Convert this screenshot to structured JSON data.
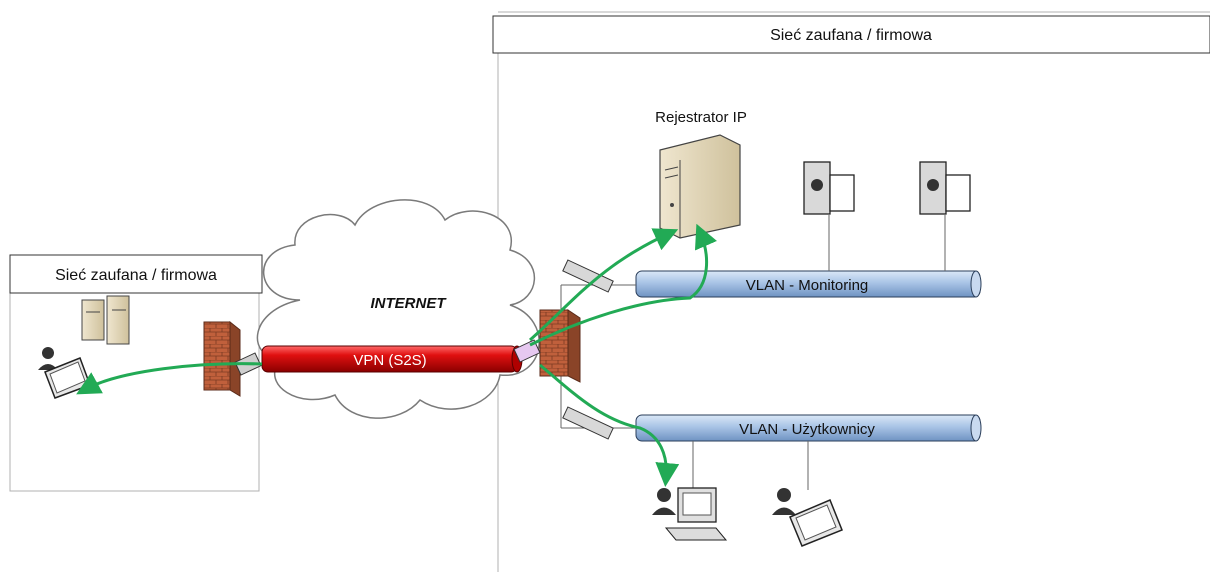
{
  "zones": {
    "remote_title": "Sieć zaufana / firmowa",
    "corporate_title": "Sieć zaufana / firmowa"
  },
  "internet_label": "INTERNET",
  "vpn_label": "VPN (S2S)",
  "recorder_label": "Rejestrator IP",
  "vlans": {
    "monitoring": "VLAN - Monitoring",
    "users": "VLAN - Użytkownicy"
  },
  "colors": {
    "vpn_tube": "#e01010",
    "vlan_tube": "#a9c4e6",
    "arrow": "#22aa55",
    "firewall": "#c0603c"
  },
  "icons": [
    "server-icon",
    "laptop-user-icon",
    "firewall-icon",
    "router-icon",
    "switch-icon",
    "camera-icon",
    "desktop-user-icon",
    "cloud-icon"
  ]
}
